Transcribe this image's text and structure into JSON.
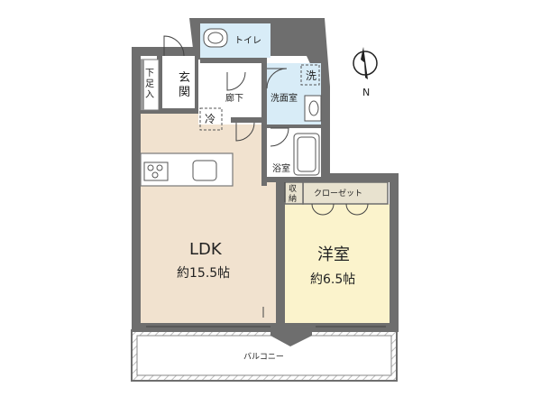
{
  "floorplan": {
    "colors": {
      "wall": "#6e6e6e",
      "ldk_floor": "#f1e2cf",
      "western_floor": "#fbf3cc",
      "wet_area_floor": "#d8ecf7",
      "white_floor": "#ffffff",
      "closet_floor": "#e8e2cf",
      "balcony_hatch": "#cfcfcf"
    },
    "rooms": {
      "toilet": "トイレ",
      "entrance": "玄関",
      "shoe_storage": "下足入",
      "hallway": "廊下",
      "washroom": "洗面室",
      "laundry": "洗",
      "fridge": "冷",
      "bathroom": "浴室",
      "storage": "収納",
      "closet": "クローゼット",
      "ldk_name": "LDK",
      "ldk_size": "約15.5帖",
      "western_name": "洋室",
      "western_size": "約6.5帖",
      "balcony": "バルコニー"
    },
    "compass": {
      "north_label": "N"
    }
  }
}
